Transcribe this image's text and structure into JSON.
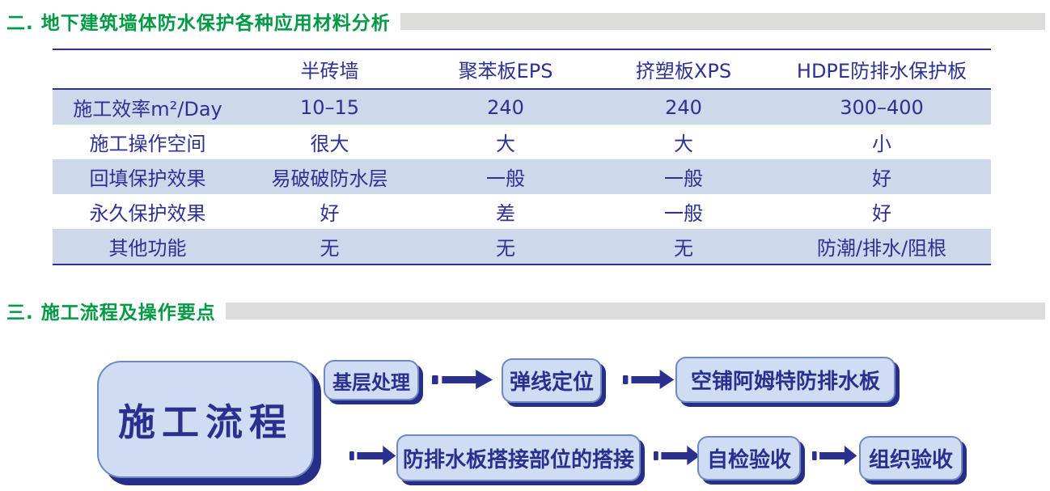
{
  "colors": {
    "heading_green": "#009a45",
    "heading_bar_gray": "#dcdddb",
    "table_navy": "#2e3192",
    "table_row_blue": "#cdd9ea",
    "box_fill_blue": "#cfdcf1",
    "box_shadow_navy": "#272e87"
  },
  "section2": {
    "title": "二. 地下建筑墙体防水保护各种应用材料分析"
  },
  "table": {
    "headers": [
      "",
      "半砖墙",
      "聚苯板EPS",
      "挤塑板XPS",
      "HDPE防排水保护板"
    ],
    "rows": [
      [
        "施工效率m²/Day",
        "10–15",
        "240",
        "240",
        "300–400"
      ],
      [
        "施工操作空间",
        "很大",
        "大",
        "大",
        "小"
      ],
      [
        "回填保护效果",
        "易破破防水层",
        "一般",
        "一般",
        "好"
      ],
      [
        "永久保护效果",
        "好",
        "差",
        "一般",
        "好"
      ],
      [
        "其他功能",
        "无",
        "无",
        "无",
        "防潮/排水/阻根"
      ]
    ]
  },
  "section3": {
    "title": "三. 施工流程及操作要点"
  },
  "flow": {
    "main": "施工流程",
    "steps_row1": [
      "基层处理",
      "弹线定位",
      "空铺阿姆特防排水板"
    ],
    "steps_row2": [
      "防排水板搭接部位的搭接",
      "自检验收",
      "组织验收"
    ]
  }
}
